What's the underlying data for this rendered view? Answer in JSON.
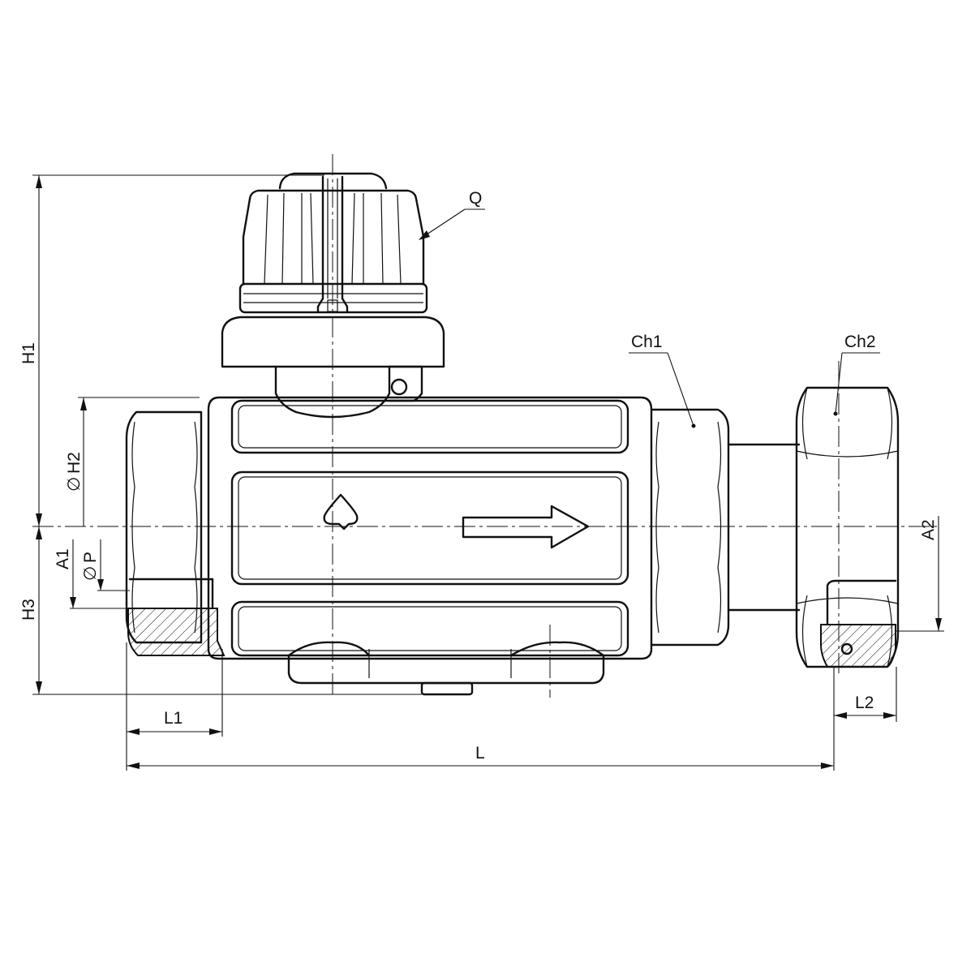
{
  "labels": {
    "Q": "Q",
    "Ch1": "Ch1",
    "Ch2": "Ch2",
    "H1": "H1",
    "H2": "H2",
    "H3": "H3",
    "A1": "A1",
    "A2": "A2",
    "P": "P",
    "L": "L",
    "L1": "L1",
    "L2": "L2",
    "diameter_symbol": "∅"
  }
}
